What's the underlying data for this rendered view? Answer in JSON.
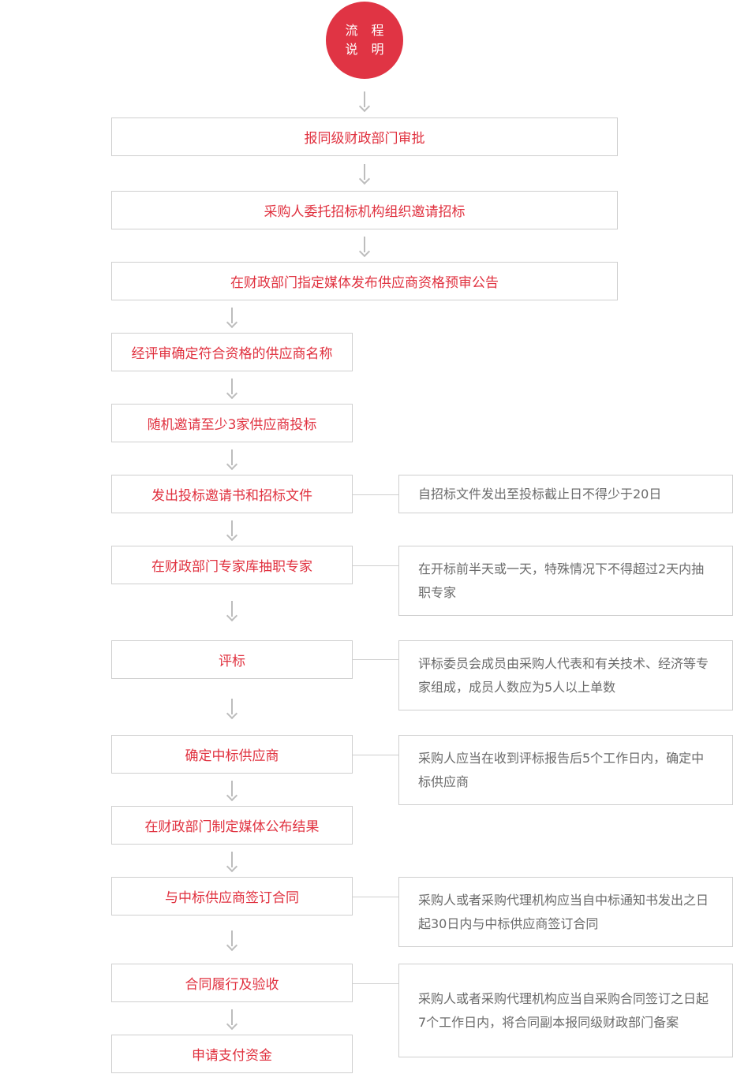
{
  "header": {
    "line1": "流 程",
    "line2": "说 明"
  },
  "steps": [
    "报同级财政部门审批",
    "采购人委托招标机构组织邀请招标",
    "在财政部门指定媒体发布供应商资格预审公告",
    "经评审确定符合资格的供应商名称",
    "随机邀请至少3家供应商投标",
    "发出投标邀请书和招标文件",
    "在财政部门专家库抽职专家",
    "评标",
    "确定中标供应商",
    "在财政部门制定媒体公布结果",
    "与中标供应商签订合同",
    "合同履行及验收",
    "申请支付资金"
  ],
  "notes": [
    "自招标文件发出至投标截止日不得少于20日",
    "在开标前半天或一天，特殊情况下不得超过2天内抽职专家",
    "评标委员会成员由采购人代表和有关技术、经济等专家组成，成员人数应为5人以上单数",
    "采购人应当在收到评标报告后5个工作日内，确定中标供应商",
    "采购人或者采购代理机构应当自中标通知书发出之日起30日内与中标供应商签订合同",
    "采购人或者采购代理机构应当自采购合同签订之日起7个工作日内，将合同副本报同级财政部门备案"
  ],
  "colors": {
    "accent": "#e03444",
    "step_text": "#e0313f",
    "note_text": "#6b6b6b",
    "border": "#cfcfcf",
    "arrow": "#bdbdbd"
  }
}
